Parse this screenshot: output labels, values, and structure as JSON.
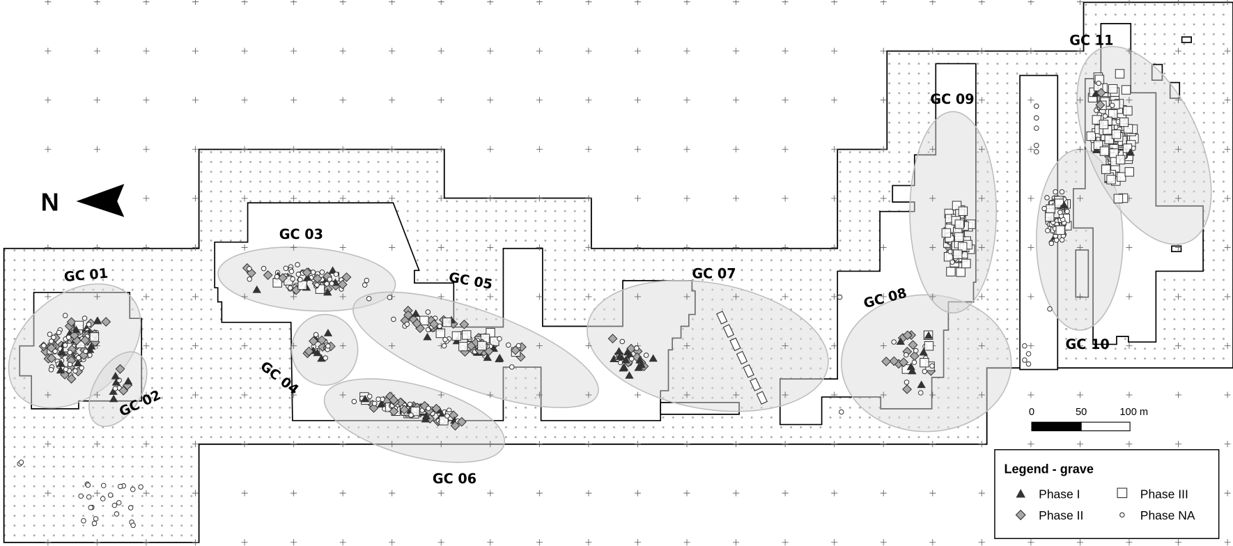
{
  "north": {
    "label": "N"
  },
  "clusters": [
    {
      "id": "GC 01"
    },
    {
      "id": "GC 02"
    },
    {
      "id": "GC 03"
    },
    {
      "id": "GC 04"
    },
    {
      "id": "GC 05"
    },
    {
      "id": "GC 06"
    },
    {
      "id": "GC 07"
    },
    {
      "id": "GC 08"
    },
    {
      "id": "GC 09"
    },
    {
      "id": "GC 10"
    },
    {
      "id": "GC 11"
    }
  ],
  "scale_bar": {
    "labels": [
      "0",
      "50",
      "100 m"
    ]
  },
  "legend": {
    "title": "Legend - grave",
    "items": [
      {
        "label": "Phase I",
        "symbol": "triangle"
      },
      {
        "label": "Phase II",
        "symbol": "diamond"
      },
      {
        "label": "Phase III",
        "symbol": "square"
      },
      {
        "label": "Phase NA",
        "symbol": "circle"
      }
    ]
  },
  "colors": {
    "phase_i": "#333333",
    "phase_ii": "#a8a8a8",
    "phase_iii": "#ffffff",
    "phase_na": "#ffffff",
    "cluster_fill": "#dcdcdc",
    "site_dots": "#a9a9a9"
  }
}
